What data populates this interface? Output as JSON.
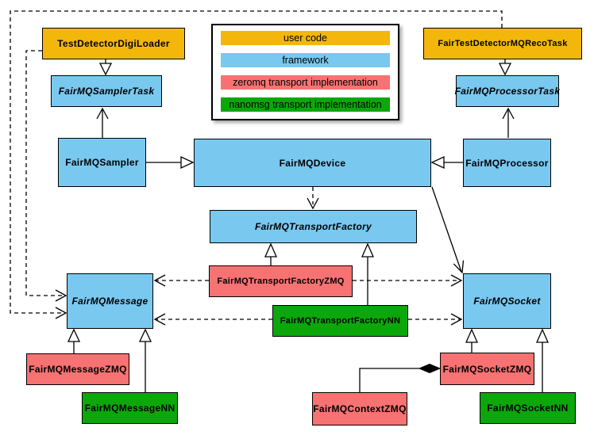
{
  "colors": {
    "user_code": "#F3B70B",
    "framework": "#79C8F0",
    "zeromq": "#F77272",
    "nanomsg": "#0BA70B",
    "border": "#000000",
    "background": "#FFFFFF"
  },
  "legend": {
    "items": [
      {
        "label": "user code",
        "color": "#F3B70B"
      },
      {
        "label": "framework",
        "color": "#79C8F0"
      },
      {
        "label": "zeromq transport implementation",
        "color": "#F77272"
      },
      {
        "label": "nanomsg transport implementation",
        "color": "#0BA70B"
      }
    ]
  },
  "nodes": [
    {
      "label": "TestDetectorDigiLoader",
      "category": "user_code",
      "abstract": false
    },
    {
      "label": "FairTestDetectorMQRecoTask",
      "category": "user_code",
      "abstract": false
    },
    {
      "label": "FairMQSamplerTask",
      "category": "framework",
      "abstract": true
    },
    {
      "label": "FairMQProcessorTask",
      "category": "framework",
      "abstract": true
    },
    {
      "label": "FairMQSampler",
      "category": "framework",
      "abstract": false
    },
    {
      "label": "FairMQDevice",
      "category": "framework",
      "abstract": false
    },
    {
      "label": "FairMQProcessor",
      "category": "framework",
      "abstract": false
    },
    {
      "label": "FairMQTransportFactory",
      "category": "framework",
      "abstract": true
    },
    {
      "label": "FairMQTransportFactoryZMQ",
      "category": "zeromq",
      "abstract": false
    },
    {
      "label": "FairMQTransportFactoryNN",
      "category": "nanomsg",
      "abstract": false
    },
    {
      "label": "FairMQMessage",
      "category": "framework",
      "abstract": true
    },
    {
      "label": "FairMQSocket",
      "category": "framework",
      "abstract": true
    },
    {
      "label": "FairMQMessageZMQ",
      "category": "zeromq",
      "abstract": false
    },
    {
      "label": "FairMQMessageNN",
      "category": "nanomsg",
      "abstract": false
    },
    {
      "label": "FairMQContextZMQ",
      "category": "zeromq",
      "abstract": false
    },
    {
      "label": "FairMQSocketZMQ",
      "category": "zeromq",
      "abstract": false
    },
    {
      "label": "FairMQSocketNN",
      "category": "nanomsg",
      "abstract": false
    }
  ],
  "edges": [
    {
      "from": "TestDetectorDigiLoader",
      "to": "FairMQSamplerTask",
      "type": "inheritance",
      "style": "solid"
    },
    {
      "from": "FairTestDetectorMQRecoTask",
      "to": "FairMQProcessorTask",
      "type": "inheritance",
      "style": "solid"
    },
    {
      "from": "FairMQSampler",
      "to": "FairMQSamplerTask",
      "type": "association-arrow",
      "style": "solid"
    },
    {
      "from": "FairMQProcessor",
      "to": "FairMQProcessorTask",
      "type": "association-arrow",
      "style": "solid"
    },
    {
      "from": "FairMQSampler",
      "to": "FairMQDevice",
      "type": "inheritance",
      "style": "solid"
    },
    {
      "from": "FairMQProcessor",
      "to": "FairMQDevice",
      "type": "inheritance",
      "style": "solid"
    },
    {
      "from": "FairMQDevice",
      "to": "FairMQTransportFactory",
      "type": "dependency",
      "style": "dashed"
    },
    {
      "from": "FairMQDevice",
      "to": "FairMQSocket",
      "type": "association-arrow",
      "style": "solid"
    },
    {
      "from": "FairMQTransportFactoryZMQ",
      "to": "FairMQTransportFactory",
      "type": "inheritance",
      "style": "solid"
    },
    {
      "from": "FairMQTransportFactoryNN",
      "to": "FairMQTransportFactory",
      "type": "inheritance",
      "style": "solid"
    },
    {
      "from": "FairMQTransportFactoryZMQ",
      "to": "FairMQMessage",
      "type": "dependency",
      "style": "dashed"
    },
    {
      "from": "FairMQTransportFactoryZMQ",
      "to": "FairMQSocket",
      "type": "dependency",
      "style": "dashed"
    },
    {
      "from": "FairMQTransportFactoryNN",
      "to": "FairMQMessage",
      "type": "dependency",
      "style": "dashed"
    },
    {
      "from": "FairMQTransportFactoryNN",
      "to": "FairMQSocket",
      "type": "dependency",
      "style": "dashed"
    },
    {
      "from": "TestDetectorDigiLoader",
      "to": "FairMQMessage",
      "type": "dependency",
      "style": "dashed"
    },
    {
      "from": "FairTestDetectorMQRecoTask",
      "to": "FairMQMessage",
      "type": "dependency",
      "style": "dashed"
    },
    {
      "from": "FairMQMessageZMQ",
      "to": "FairMQMessage",
      "type": "inheritance",
      "style": "solid"
    },
    {
      "from": "FairMQMessageNN",
      "to": "FairMQMessage",
      "type": "inheritance",
      "style": "solid"
    },
    {
      "from": "FairMQSocketZMQ",
      "to": "FairMQSocket",
      "type": "inheritance",
      "style": "solid"
    },
    {
      "from": "FairMQSocketNN",
      "to": "FairMQSocket",
      "type": "inheritance",
      "style": "solid"
    },
    {
      "from": "FairMQContextZMQ",
      "to": "FairMQSocketZMQ",
      "type": "composition",
      "style": "solid"
    }
  ]
}
